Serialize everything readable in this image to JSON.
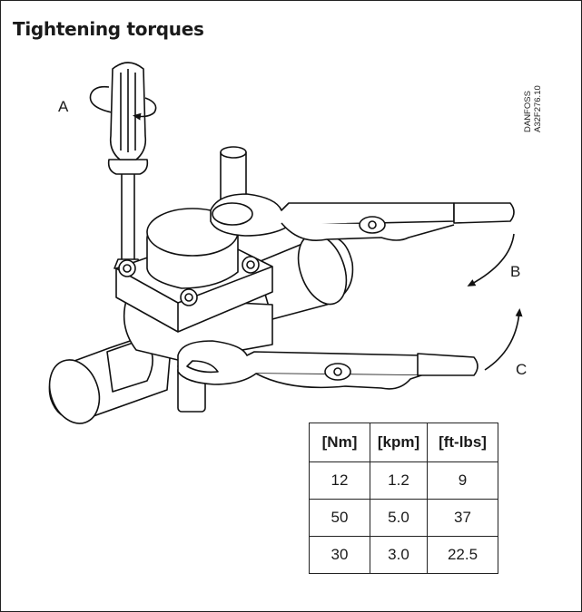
{
  "title": "Tightening torques",
  "drawing_code": {
    "line1": "DANFOSS",
    "line2": "A32F276.10"
  },
  "labels": {
    "a": "A",
    "b": "B",
    "c": "C"
  },
  "torque_table": {
    "headers": [
      "[Nm]",
      "[kpm]",
      "[ft-lbs]"
    ],
    "rows": [
      [
        "12",
        "1.2",
        "9"
      ],
      [
        "50",
        "5.0",
        "37"
      ],
      [
        "30",
        "3.0",
        "22.5"
      ]
    ]
  },
  "icons": [
    "screwdriver-icon",
    "wrench-icon",
    "valve-icon",
    "rotation-arrow-icon"
  ]
}
